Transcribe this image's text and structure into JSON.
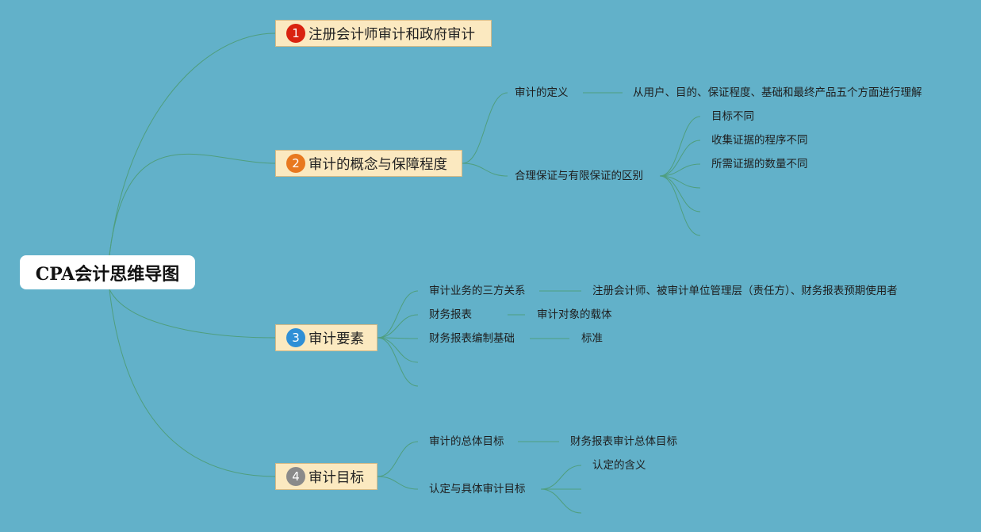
{
  "root": {
    "title": "CPA会计思维导图"
  },
  "branches": [
    {
      "number": "1",
      "label": "注册会计师审计和政府审计",
      "badge_color": "#d9230f",
      "children": []
    },
    {
      "number": "2",
      "label": "审计的概念与保障程度",
      "badge_color": "#e8781f",
      "children": [
        {
          "label": "审计的定义",
          "detail": "从用户、目的、保证程度、基础和最终产品五个方面进行理解"
        },
        {
          "label": "合理保证与有限保证的区别",
          "items": [
            "目标不同",
            "收集证据的程序不同",
            "所需证据的数量不同"
          ]
        }
      ]
    },
    {
      "number": "3",
      "label": "审计要素",
      "badge_color": "#2f8fd6",
      "children": [
        {
          "label": "审计业务的三方关系",
          "detail": "注册会计师、被审计单位管理层（责任方）、财务报表预期使用者"
        },
        {
          "label": "财务报表",
          "detail": "审计对象的载体"
        },
        {
          "label": "财务报表编制基础",
          "detail": "标准"
        }
      ]
    },
    {
      "number": "4",
      "label": "审计目标",
      "badge_color": "#8a8a8a",
      "children": [
        {
          "label": "审计的总体目标",
          "detail": "财务报表审计总体目标"
        },
        {
          "label": "认定与具体审计目标",
          "items": [
            "认定的含义"
          ]
        }
      ]
    }
  ],
  "colors": {
    "background": "#62b1c9",
    "line": "#4f9e7e",
    "branch_fill": "#fbe9c0"
  }
}
